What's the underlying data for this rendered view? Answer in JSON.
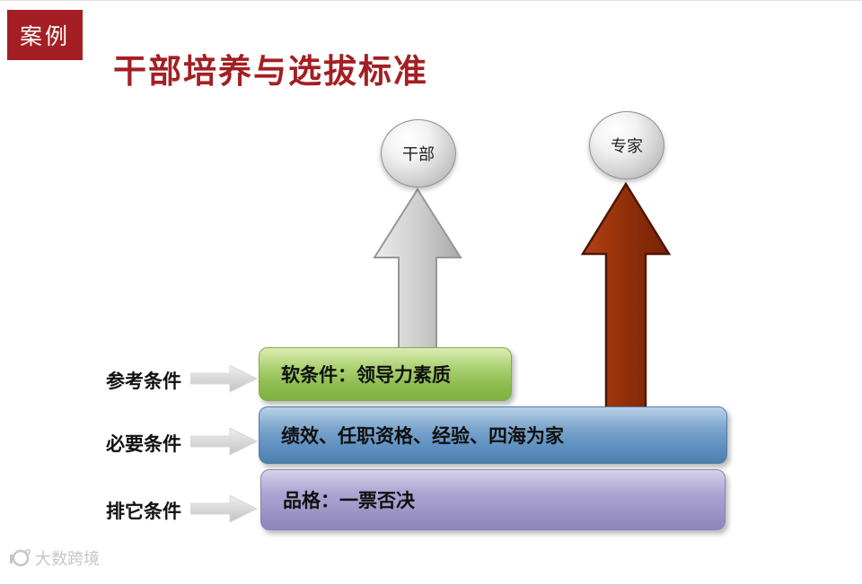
{
  "badge": {
    "label": "案例"
  },
  "title": "干部培养与选拔标准",
  "nodes": [
    {
      "label": "干部"
    },
    {
      "label": "专家"
    }
  ],
  "bars": [
    {
      "label": "软条件：领导力素质",
      "color": "#8CBB4E"
    },
    {
      "label": "绩效、任职资格、经验、四海为家",
      "color": "#5D8FC0"
    },
    {
      "label": "品格：一票否决",
      "color": "#9B94C6"
    }
  ],
  "side_labels": [
    {
      "label": "参考条件"
    },
    {
      "label": "必要条件"
    },
    {
      "label": "排它条件"
    }
  ],
  "watermark": {
    "text": "大数跨境"
  },
  "colors": {
    "accent_red": "#A31F24",
    "arrow_gray": "#C2C2C2",
    "arrow_red": "#8E2D0A",
    "side_arrow_gray": "#D6D6D6"
  }
}
